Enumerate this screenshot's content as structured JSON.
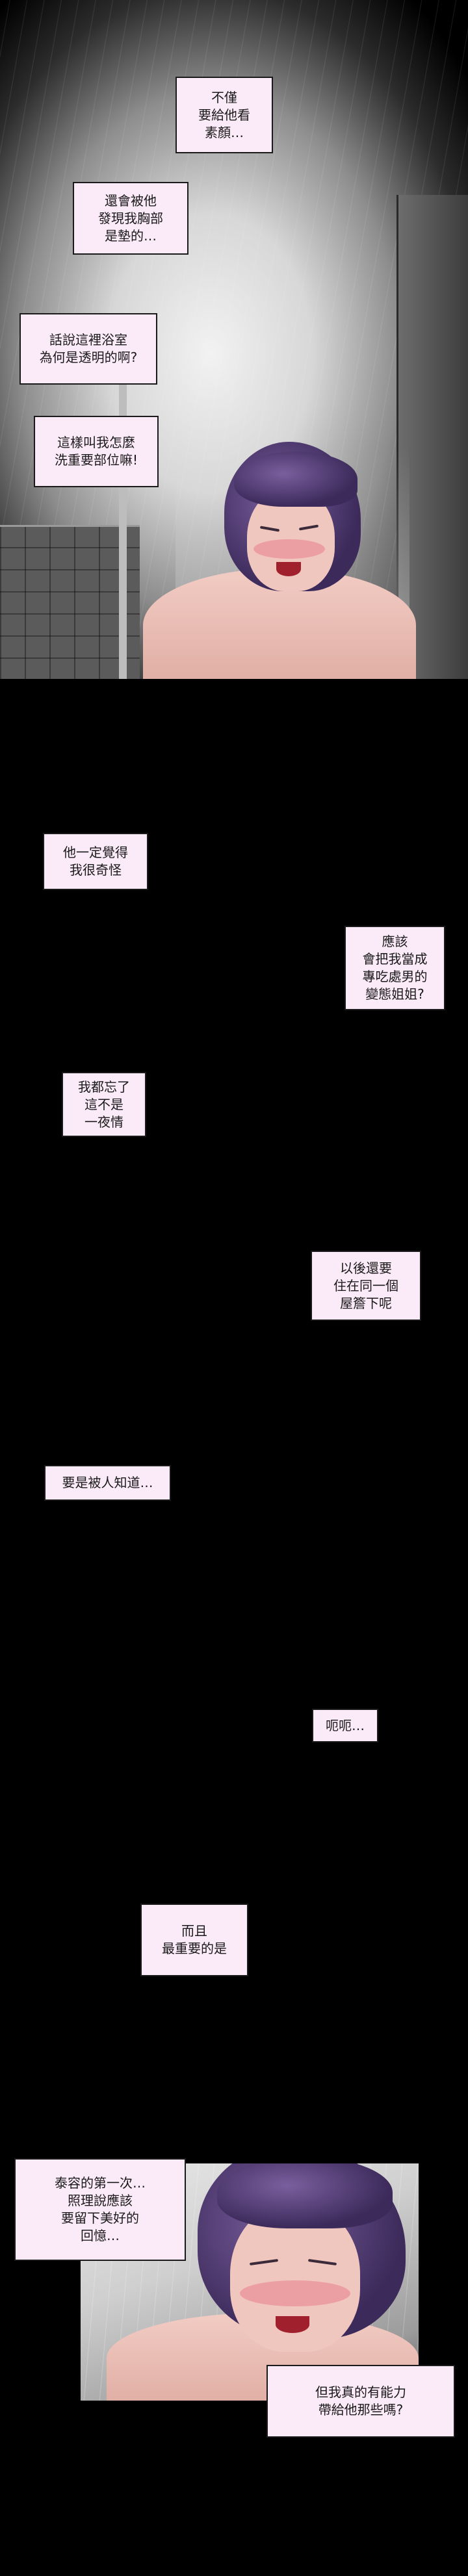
{
  "comic": {
    "bubbles": [
      {
        "id": "b1",
        "text": "不僅\n要給他看\n素顏…"
      },
      {
        "id": "b2",
        "text": "還會被他\n發現我胸部\n是墊的…"
      },
      {
        "id": "b3",
        "text": "話說這裡浴室\n為何是透明的啊?"
      },
      {
        "id": "b4",
        "text": "這樣叫我怎麼\n洗重要部位嘛!"
      },
      {
        "id": "b5",
        "text": "他一定覺得\n我很奇怪"
      },
      {
        "id": "b6",
        "text": "應該\n會把我當成\n專吃處男的\n變態姐姐?"
      },
      {
        "id": "b7",
        "text": "我都忘了\n這不是\n一夜情"
      },
      {
        "id": "b8",
        "text": "以後還要\n住在同一個\n屋簷下呢"
      },
      {
        "id": "b9",
        "text": "要是被人知道…"
      },
      {
        "id": "b10",
        "text": "呃呃…"
      },
      {
        "id": "b11",
        "text": "而且\n最重要的是"
      },
      {
        "id": "b12",
        "text": "泰容的第一次…\n照理說應該\n要留下美好的\n回憶…"
      },
      {
        "id": "b13",
        "text": "但我真的有能力\n帶給他那些嗎?"
      }
    ]
  },
  "colors": {
    "bubble_fill": "#fbeaf7",
    "bubble_border": "#1a1a1a",
    "background": "#000000",
    "hair": "#4b3470",
    "skin": "#f0c7be"
  }
}
